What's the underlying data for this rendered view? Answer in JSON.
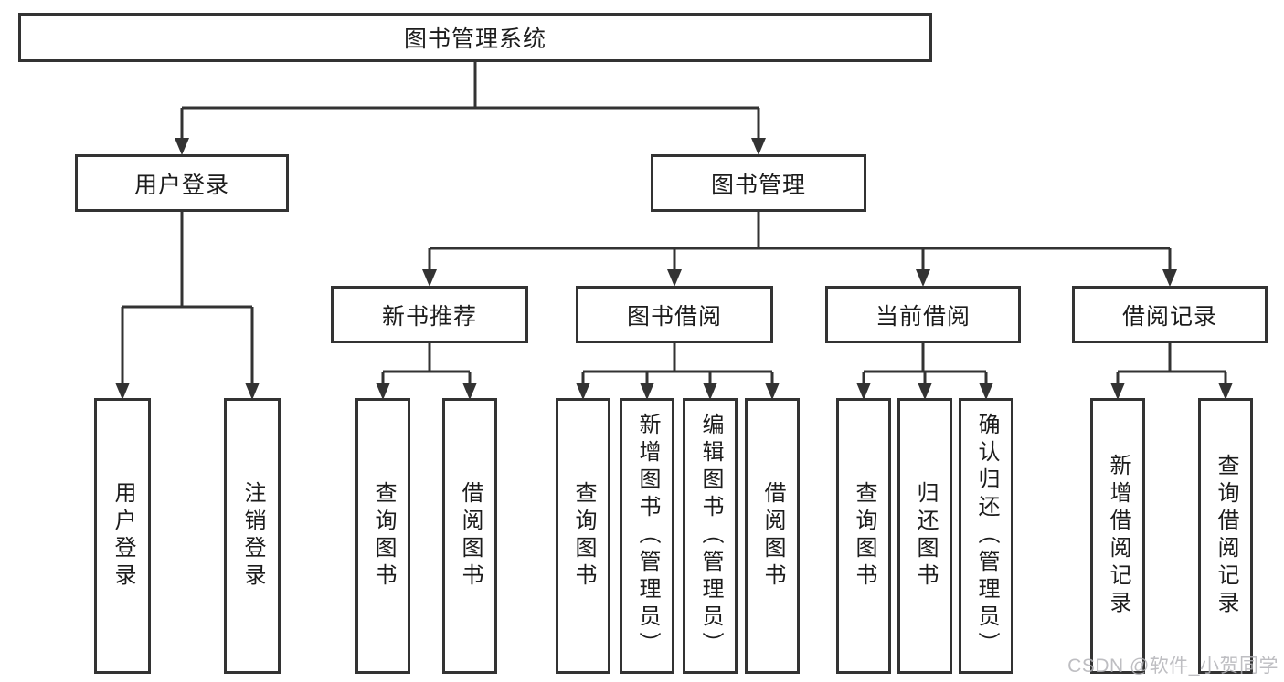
{
  "diagram_title": "图书管理系统",
  "nodes": {
    "root": {
      "label": "图书管理系统"
    },
    "user_login": {
      "label": "用户登录"
    },
    "book_mgmt": {
      "label": "图书管理"
    },
    "new_book_rec": {
      "label": "新书推荐"
    },
    "book_borrow": {
      "label": "图书借阅"
    },
    "current_borrow": {
      "label": "当前借阅"
    },
    "borrow_records": {
      "label": "借阅记录"
    },
    "leaf_user_login": {
      "label": "用户登录"
    },
    "leaf_logout": {
      "label": "注销登录"
    },
    "leaf_query_books_rec": {
      "label": "查询图书"
    },
    "leaf_borrow_books_rec": {
      "label": "借阅图书"
    },
    "leaf_query_books_borrow": {
      "label": "查询图书"
    },
    "leaf_add_books_admin": {
      "label": "新增图书（管理员）"
    },
    "leaf_edit_books_admin": {
      "label": "编辑图书（管理员）"
    },
    "leaf_borrow_books": {
      "label": "借阅图书"
    },
    "leaf_query_books_current": {
      "label": "查询图书"
    },
    "leaf_return_books": {
      "label": "归还图书"
    },
    "leaf_confirm_return_admin": {
      "label": "确认归还（管理员）"
    },
    "leaf_add_borrow_record": {
      "label": "新增借阅记录"
    },
    "leaf_query_borrow_record": {
      "label": "查询借阅记录"
    }
  },
  "watermark": "CSDN @软件_小贺同学",
  "colors": {
    "line": "#333333",
    "text": "#1c1c1c",
    "background": "#ffffff",
    "watermark": "#b3b3b8"
  },
  "tree": {
    "root": "图书管理系统",
    "children": [
      {
        "label": "用户登录",
        "children": [
          "用户登录",
          "注销登录"
        ]
      },
      {
        "label": "图书管理",
        "children": [
          {
            "label": "新书推荐",
            "children": [
              "查询图书",
              "借阅图书"
            ]
          },
          {
            "label": "图书借阅",
            "children": [
              "查询图书",
              "新增图书（管理员）",
              "编辑图书（管理员）",
              "借阅图书"
            ]
          },
          {
            "label": "当前借阅",
            "children": [
              "查询图书",
              "归还图书",
              "确认归还（管理员）"
            ]
          },
          {
            "label": "借阅记录",
            "children": [
              "新增借阅记录",
              "查询借阅记录"
            ]
          }
        ]
      }
    ]
  }
}
